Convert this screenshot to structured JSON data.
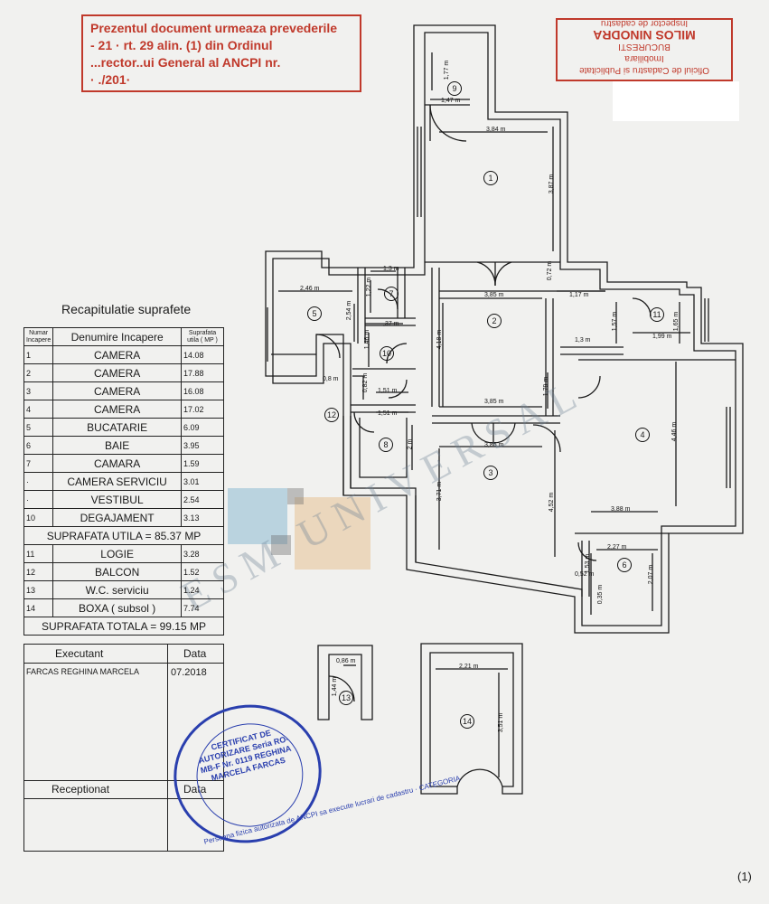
{
  "stamp_top": {
    "line1": "Prezentul document urmeaza prevederile",
    "line2": "- 21 · rt. 29 alin. (1) din Ordinul",
    "line3": "...rector..ui General al ANCPI nr.",
    "line4": "· ./201·"
  },
  "stamp_right": {
    "line1": "Oficiul de Cadastru si Publicitate Imobiliara",
    "line2": "BUCURESTI",
    "line3": "MILOS NINODRA",
    "line4": "Inspector de cadastru"
  },
  "summary": {
    "title": "Recapitulatie suprafete",
    "header_nr": "Numar Incapere",
    "header_name": "Denumire Incapere",
    "header_area": "Suprafata utila ( MP )",
    "rooms": [
      {
        "nr": "1",
        "name": "CAMERA",
        "area": "14.08"
      },
      {
        "nr": "2",
        "name": "CAMERA",
        "area": "17.88"
      },
      {
        "nr": "3",
        "name": "CAMERA",
        "area": "16.08"
      },
      {
        "nr": "4",
        "name": "CAMERA",
        "area": "17.02"
      },
      {
        "nr": "5",
        "name": "BUCATARIE",
        "area": "6.09"
      },
      {
        "nr": "6",
        "name": "BAIE",
        "area": "3.95"
      },
      {
        "nr": "7",
        "name": "CAMARA",
        "area": "1.59"
      },
      {
        "nr": "·",
        "name": "CAMERA SERVICIU",
        "area": "3.01"
      },
      {
        "nr": "·",
        "name": "VESTIBUL",
        "area": "2.54"
      },
      {
        "nr": "10",
        "name": "DEGAJAMENT",
        "area": "3.13"
      }
    ],
    "util_total": "SUPRAFATA UTILA = 85.37 MP",
    "extras": [
      {
        "nr": "11",
        "name": "LOGIE",
        "area": "3.28"
      },
      {
        "nr": "12",
        "name": "BALCON",
        "area": "1.52"
      },
      {
        "nr": "13",
        "name": "W.C. serviciu",
        "area": "1.24"
      },
      {
        "nr": "14",
        "name": "BOXA ( subsol )",
        "area": "7.74"
      }
    ],
    "grand_total": "SUPRAFATA TOTALA = 99.15 MP"
  },
  "executant": {
    "label": "Executant",
    "date_label": "Data",
    "name": "FARCAS REGHINA MARCELA",
    "date": "07.2018",
    "received_label": "Receptionat",
    "received_date_label": "Data"
  },
  "seal": {
    "center": "CERTIFICAT DE AUTORIZARE Seria RO-MB-F Nr. 0119 REGHINA MARCELA FARCAS",
    "ring": "Persoana fizica autorizata de ANCPI sa execute lucrari de cadastru · CATEGORIA"
  },
  "watermark": "ESM UNIVERSAL",
  "rooms_plan": [
    "1",
    "2",
    "3",
    "4",
    "5",
    "6",
    "7",
    "8",
    "9",
    "10",
    "11",
    "12",
    "13",
    "14"
  ],
  "dims": {
    "d1": "1,77 m",
    "d2": "1,47 m",
    "d3": "3,84 m",
    "d4": "3,87 m",
    "d5": "0,72 m",
    "d6": "2,46 m",
    "d7": "2,54 m",
    "d8": "1,3 m",
    "d9": "1,22 m",
    "d10": "3,85 m",
    "d11": "1,17 m",
    "d12": "1,57 m",
    "d13": "1,65 m",
    "d14": "1,3 m",
    "d15": "1,99 m",
    "d16": ",37 m",
    "d17": "1,46 m",
    "d18": "4,18 m",
    "d19": "0,8 m",
    "d20": "0,82 m",
    "d21": "1,51 m",
    "d22": "1,51 m",
    "d23": "3,85 m",
    "d24": "1,79 m",
    "d25": "2 m",
    "d26": "3,86 m",
    "d27": "4,46 m",
    "d28": "3,71 m",
    "d29": "4,52 m",
    "d30": "3,88 m",
    "d31": "2,27 m",
    "d32": "1,53 m",
    "d33": "0,52 m",
    "d34": "2,07 m",
    "d35": "0,35 m",
    "d36": "0,86 m",
    "d37": "1,44 m",
    "d38": "2,21 m",
    "d39": "3,51 m"
  },
  "page_mark": "(1)"
}
